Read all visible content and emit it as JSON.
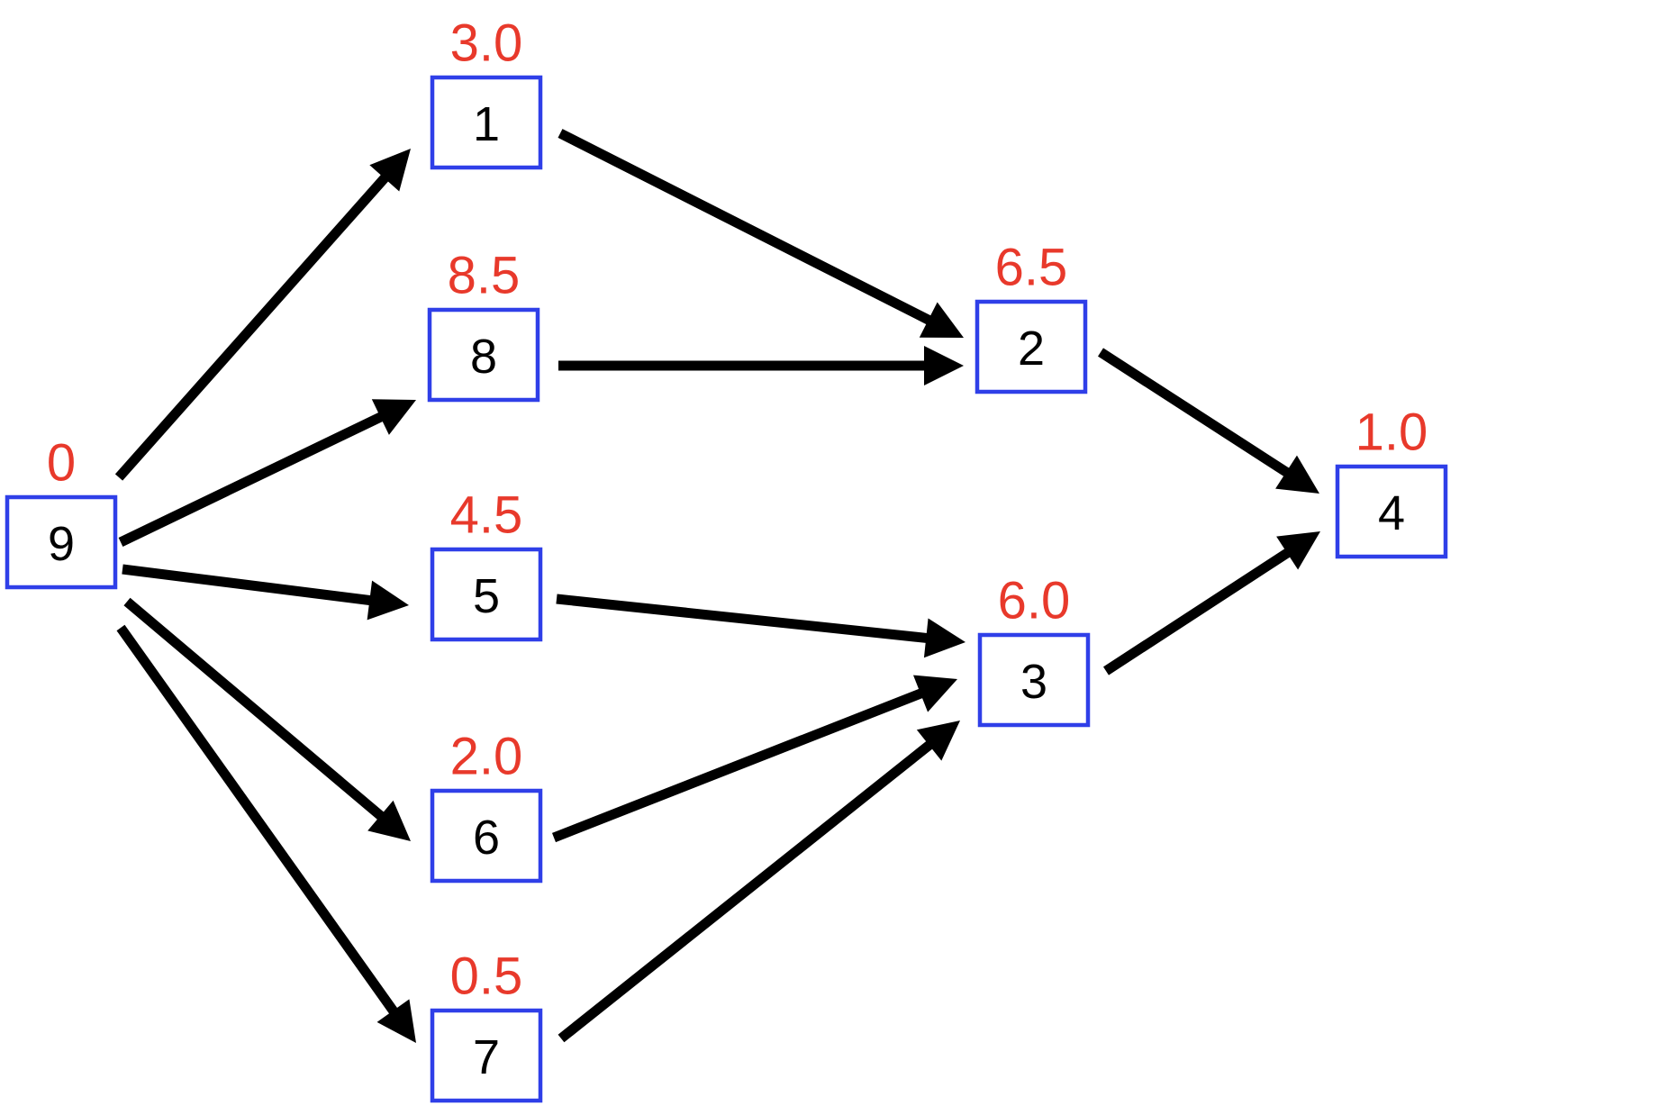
{
  "colors": {
    "node_border": "#2f3fe8",
    "weight_text": "#e8392b",
    "edge": "#000000"
  },
  "nodes": [
    {
      "id": "9",
      "label": "9",
      "weight": "0"
    },
    {
      "id": "1",
      "label": "1",
      "weight": "3.0"
    },
    {
      "id": "8",
      "label": "8",
      "weight": "8.5"
    },
    {
      "id": "5",
      "label": "5",
      "weight": "4.5"
    },
    {
      "id": "6",
      "label": "6",
      "weight": "2.0"
    },
    {
      "id": "7",
      "label": "7",
      "weight": "0.5"
    },
    {
      "id": "2",
      "label": "2",
      "weight": "6.5"
    },
    {
      "id": "3",
      "label": "3",
      "weight": "6.0"
    },
    {
      "id": "4",
      "label": "4",
      "weight": "1.0"
    }
  ],
  "edges": [
    {
      "from": "9",
      "to": "1"
    },
    {
      "from": "9",
      "to": "8"
    },
    {
      "from": "9",
      "to": "5"
    },
    {
      "from": "9",
      "to": "6"
    },
    {
      "from": "9",
      "to": "7"
    },
    {
      "from": "1",
      "to": "2"
    },
    {
      "from": "8",
      "to": "2"
    },
    {
      "from": "5",
      "to": "3"
    },
    {
      "from": "6",
      "to": "3"
    },
    {
      "from": "7",
      "to": "3"
    },
    {
      "from": "2",
      "to": "4"
    },
    {
      "from": "3",
      "to": "4"
    }
  ]
}
